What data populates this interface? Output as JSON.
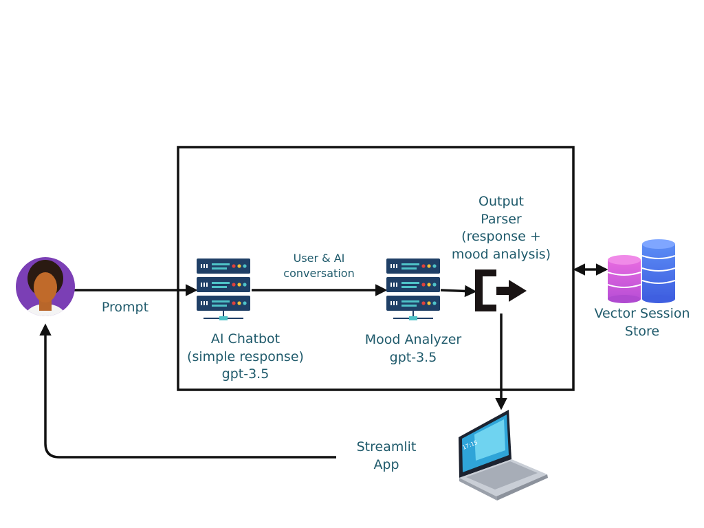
{
  "labels": {
    "prompt": "Prompt",
    "user_ai_conversation": [
      "User & AI",
      "conversation"
    ],
    "ai_chatbot": [
      "AI Chatbot",
      "(simple response)",
      "gpt-3.5"
    ],
    "mood_analyzer": [
      "Mood Analyzer",
      "gpt-3.5"
    ],
    "output_parser": [
      "Output",
      "Parser",
      "(response +",
      "mood analysis)"
    ],
    "vector_store": [
      "Vector Session",
      "Store"
    ],
    "streamlit_app": [
      "Streamlit",
      "App"
    ],
    "laptop_clock": "17:15"
  },
  "icons": {
    "user": "user-avatar-icon",
    "chatbot_server": "server-icon",
    "mood_server": "server-icon",
    "parser": "output-parser-icon",
    "database": "database-icon",
    "laptop": "laptop-icon"
  },
  "colors": {
    "text": "#1f5a6b",
    "server_body": "#1f3f66",
    "avatar_bg": "#7b3fb5",
    "db_pink": "#d45bd8",
    "db_blue": "#4f7bf0",
    "line": "#111111"
  }
}
